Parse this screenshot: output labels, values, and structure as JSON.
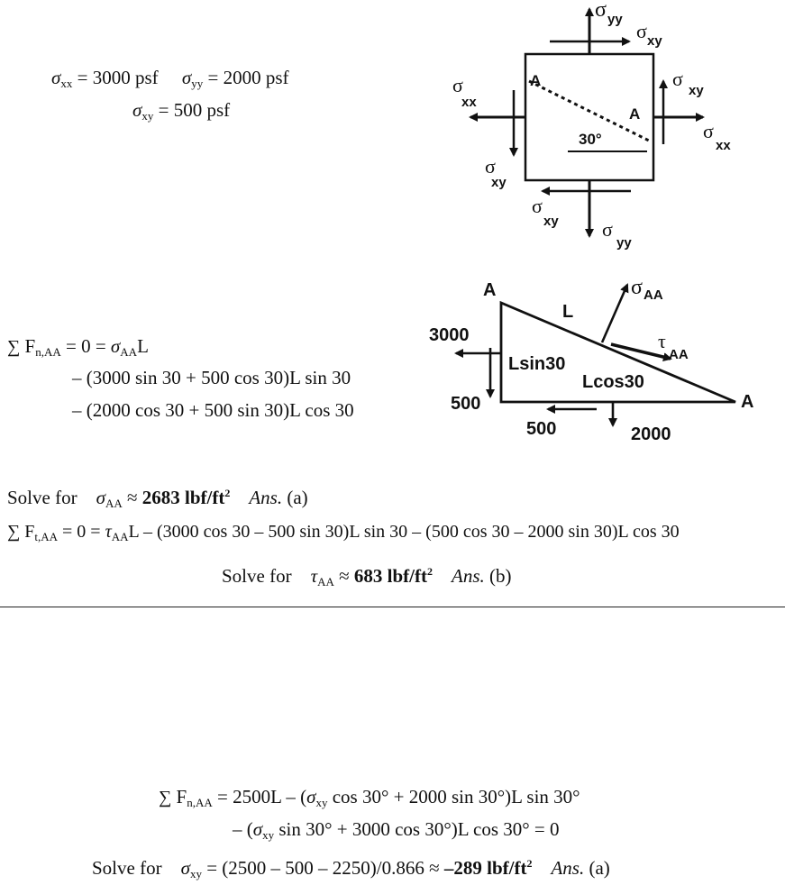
{
  "given": {
    "sxx_label": "σ",
    "sxx_sub": "xx",
    "sxx_value": "= 3000 psf",
    "syy_label": "σ",
    "syy_sub": "yy",
    "syy_value": "= 2000 psf",
    "sxy_label": "σ",
    "sxy_sub": "xy",
    "sxy_value": "= 500 psf"
  },
  "fig1": {
    "sigma": "σ",
    "yy": "yy",
    "xy": "xy",
    "xx": "xx",
    "A": "A",
    "angle": "30°"
  },
  "fig2": {
    "A": "A",
    "L": "L",
    "sigma": "σ",
    "tau": "τ",
    "AA": "AA",
    "v3000": "3000",
    "v500_left": "500",
    "v500_bottom": "500",
    "v2000": "2000",
    "lsin": "Lsin30",
    "lcos": "Lcos30"
  },
  "eq1": {
    "sum": "∑",
    "f": "F",
    "f_sub": "n,AA",
    "eq_zero": " = 0 = ",
    "sigma": "σ",
    "sigma_sub": "AA",
    "L": "L",
    "line2": "– (3000 sin 30 + 500 cos 30)L sin 30",
    "line3": "– (2000 cos 30 + 500 sin 30)L cos 30"
  },
  "solve_a": {
    "prefix": "Solve for",
    "sigma": "σ",
    "sub": "AA",
    "approx": " ≈ ",
    "value": "2683 lbf/ft",
    "exp": "2",
    "ans": "Ans.",
    "tag": " (a)"
  },
  "eq2": {
    "sum": "∑",
    "f": "F",
    "f_sub": "t,AA",
    "eq_zero": " = 0 = ",
    "tau": "τ",
    "tau_sub": "AA",
    "rest": "L – (3000 cos 30 – 500 sin 30)L sin 30 – (500 cos 30 – 2000 sin 30)L cos 30"
  },
  "solve_b": {
    "prefix": "Solve for",
    "tau": "τ",
    "sub": "AA",
    "approx": " ≈ ",
    "value": "683 lbf/ft",
    "exp": "2",
    "ans": "Ans.",
    "tag": " (b)"
  },
  "eq3": {
    "sum": "∑",
    "f": "F",
    "f_sub": "n,AA",
    "part1": " = 2500L – (",
    "sigma": "σ",
    "sigma_sub": "xy",
    "part2": " cos 30° + 2000 sin 30°)L sin 30°",
    "line2_pre": "– (",
    "line2_post": " sin 30° + 3000 cos 30°)L cos 30° = 0"
  },
  "solve_c": {
    "prefix": "Solve for",
    "sigma": "σ",
    "sub": "xy",
    "expr": " = (2500 – 500 – 2250)/0.866 ≈ ",
    "value": "–289 lbf/ft",
    "exp": "2",
    "ans": "Ans.",
    "tag": " (a)"
  }
}
